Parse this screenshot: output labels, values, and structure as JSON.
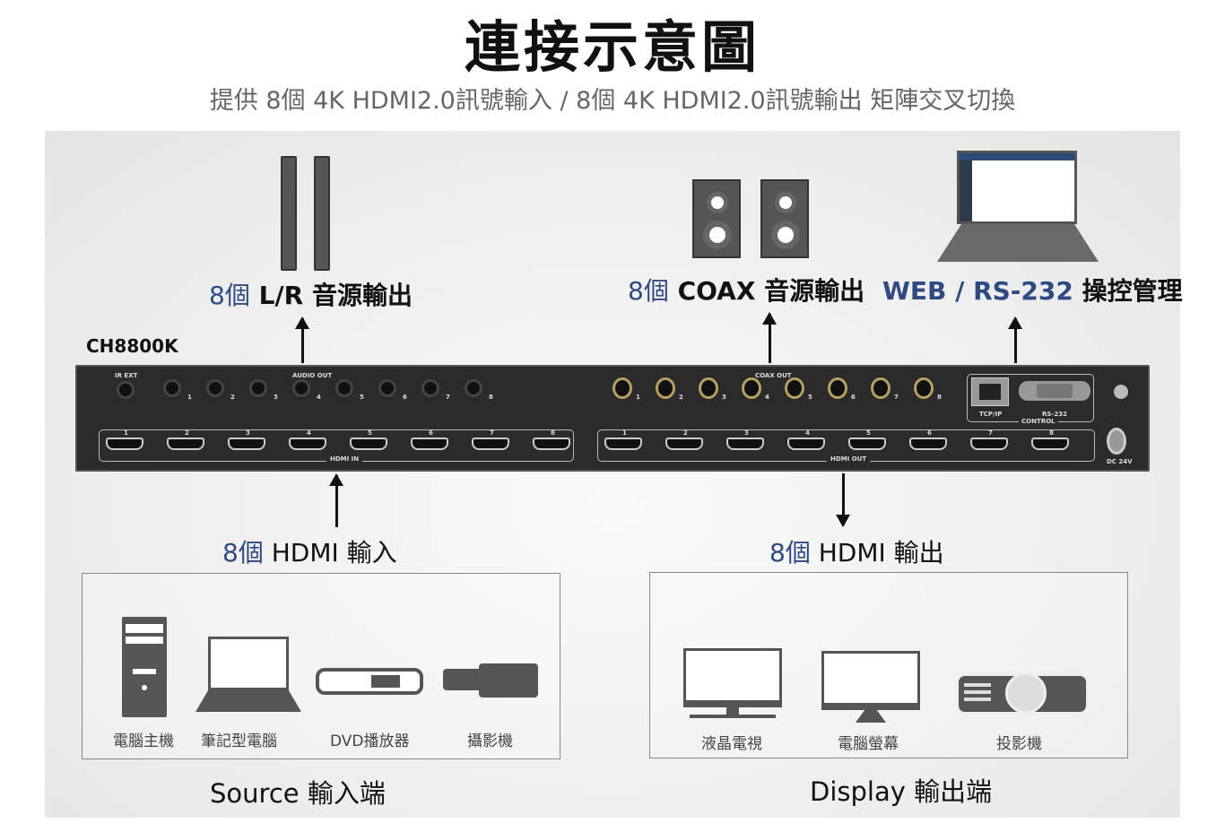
{
  "title": "連接示意圖",
  "subtitle": "提供 8個 4K HDMI2.0訊號輸入 / 8個 4K HDMI2.0訊號輸出 矩陣交叉切換",
  "model": "CH8800K",
  "labels": {
    "lr": {
      "count": "8個",
      "text": "L/R 音源輸出"
    },
    "coax": {
      "count": "8個",
      "text": "COAX 音源輸出"
    },
    "web": {
      "blue": "WEB / RS-232",
      "text": "操控管理"
    },
    "hdmi_in": {
      "count": "8個",
      "text": "HDMI 輸入"
    },
    "hdmi_out": {
      "count": "8個",
      "text": "HDMI 輸出"
    }
  },
  "panel": {
    "ir_ext": "IR EXT",
    "audio_out": "AUDIO OUT",
    "coax_out": "COAX OUT",
    "hdmi_in": "HDMI IN",
    "hdmi_out": "HDMI OUT",
    "tcpip": "TCP/IP",
    "rs232": "RS-232",
    "control": "CONTROL",
    "dc": "DC 24V",
    "port_numbers": [
      "1",
      "2",
      "3",
      "4",
      "5",
      "6",
      "7",
      "8"
    ]
  },
  "sources": {
    "items": [
      "電腦主機",
      "筆記型電腦",
      "DVD播放器",
      "攝影機"
    ],
    "footer": "Source 輸入端"
  },
  "displays": {
    "items": [
      "液晶電視",
      "電腦螢幕",
      "投影機"
    ],
    "footer": "Display 輸出端"
  },
  "colors": {
    "accent": "#2e4a80",
    "device": "#2b2b2b",
    "coax_ring": "#b9a062"
  }
}
